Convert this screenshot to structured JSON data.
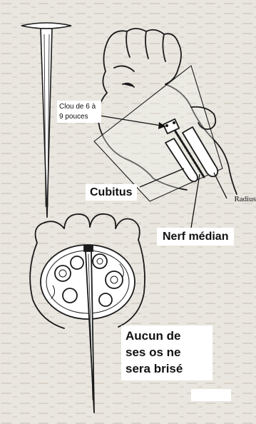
{
  "labels": {
    "clou": "Clou de 6 à 9 pouces",
    "cubitus": "Cubitus",
    "radius": "Radius",
    "nerf": "Nerf médian",
    "os": [
      "Aucun de",
      "ses os ne",
      "sera brisé"
    ]
  },
  "colors": {
    "background": "#e9e6df",
    "line": "#1a1a1a",
    "label_box": "#ffffff"
  }
}
